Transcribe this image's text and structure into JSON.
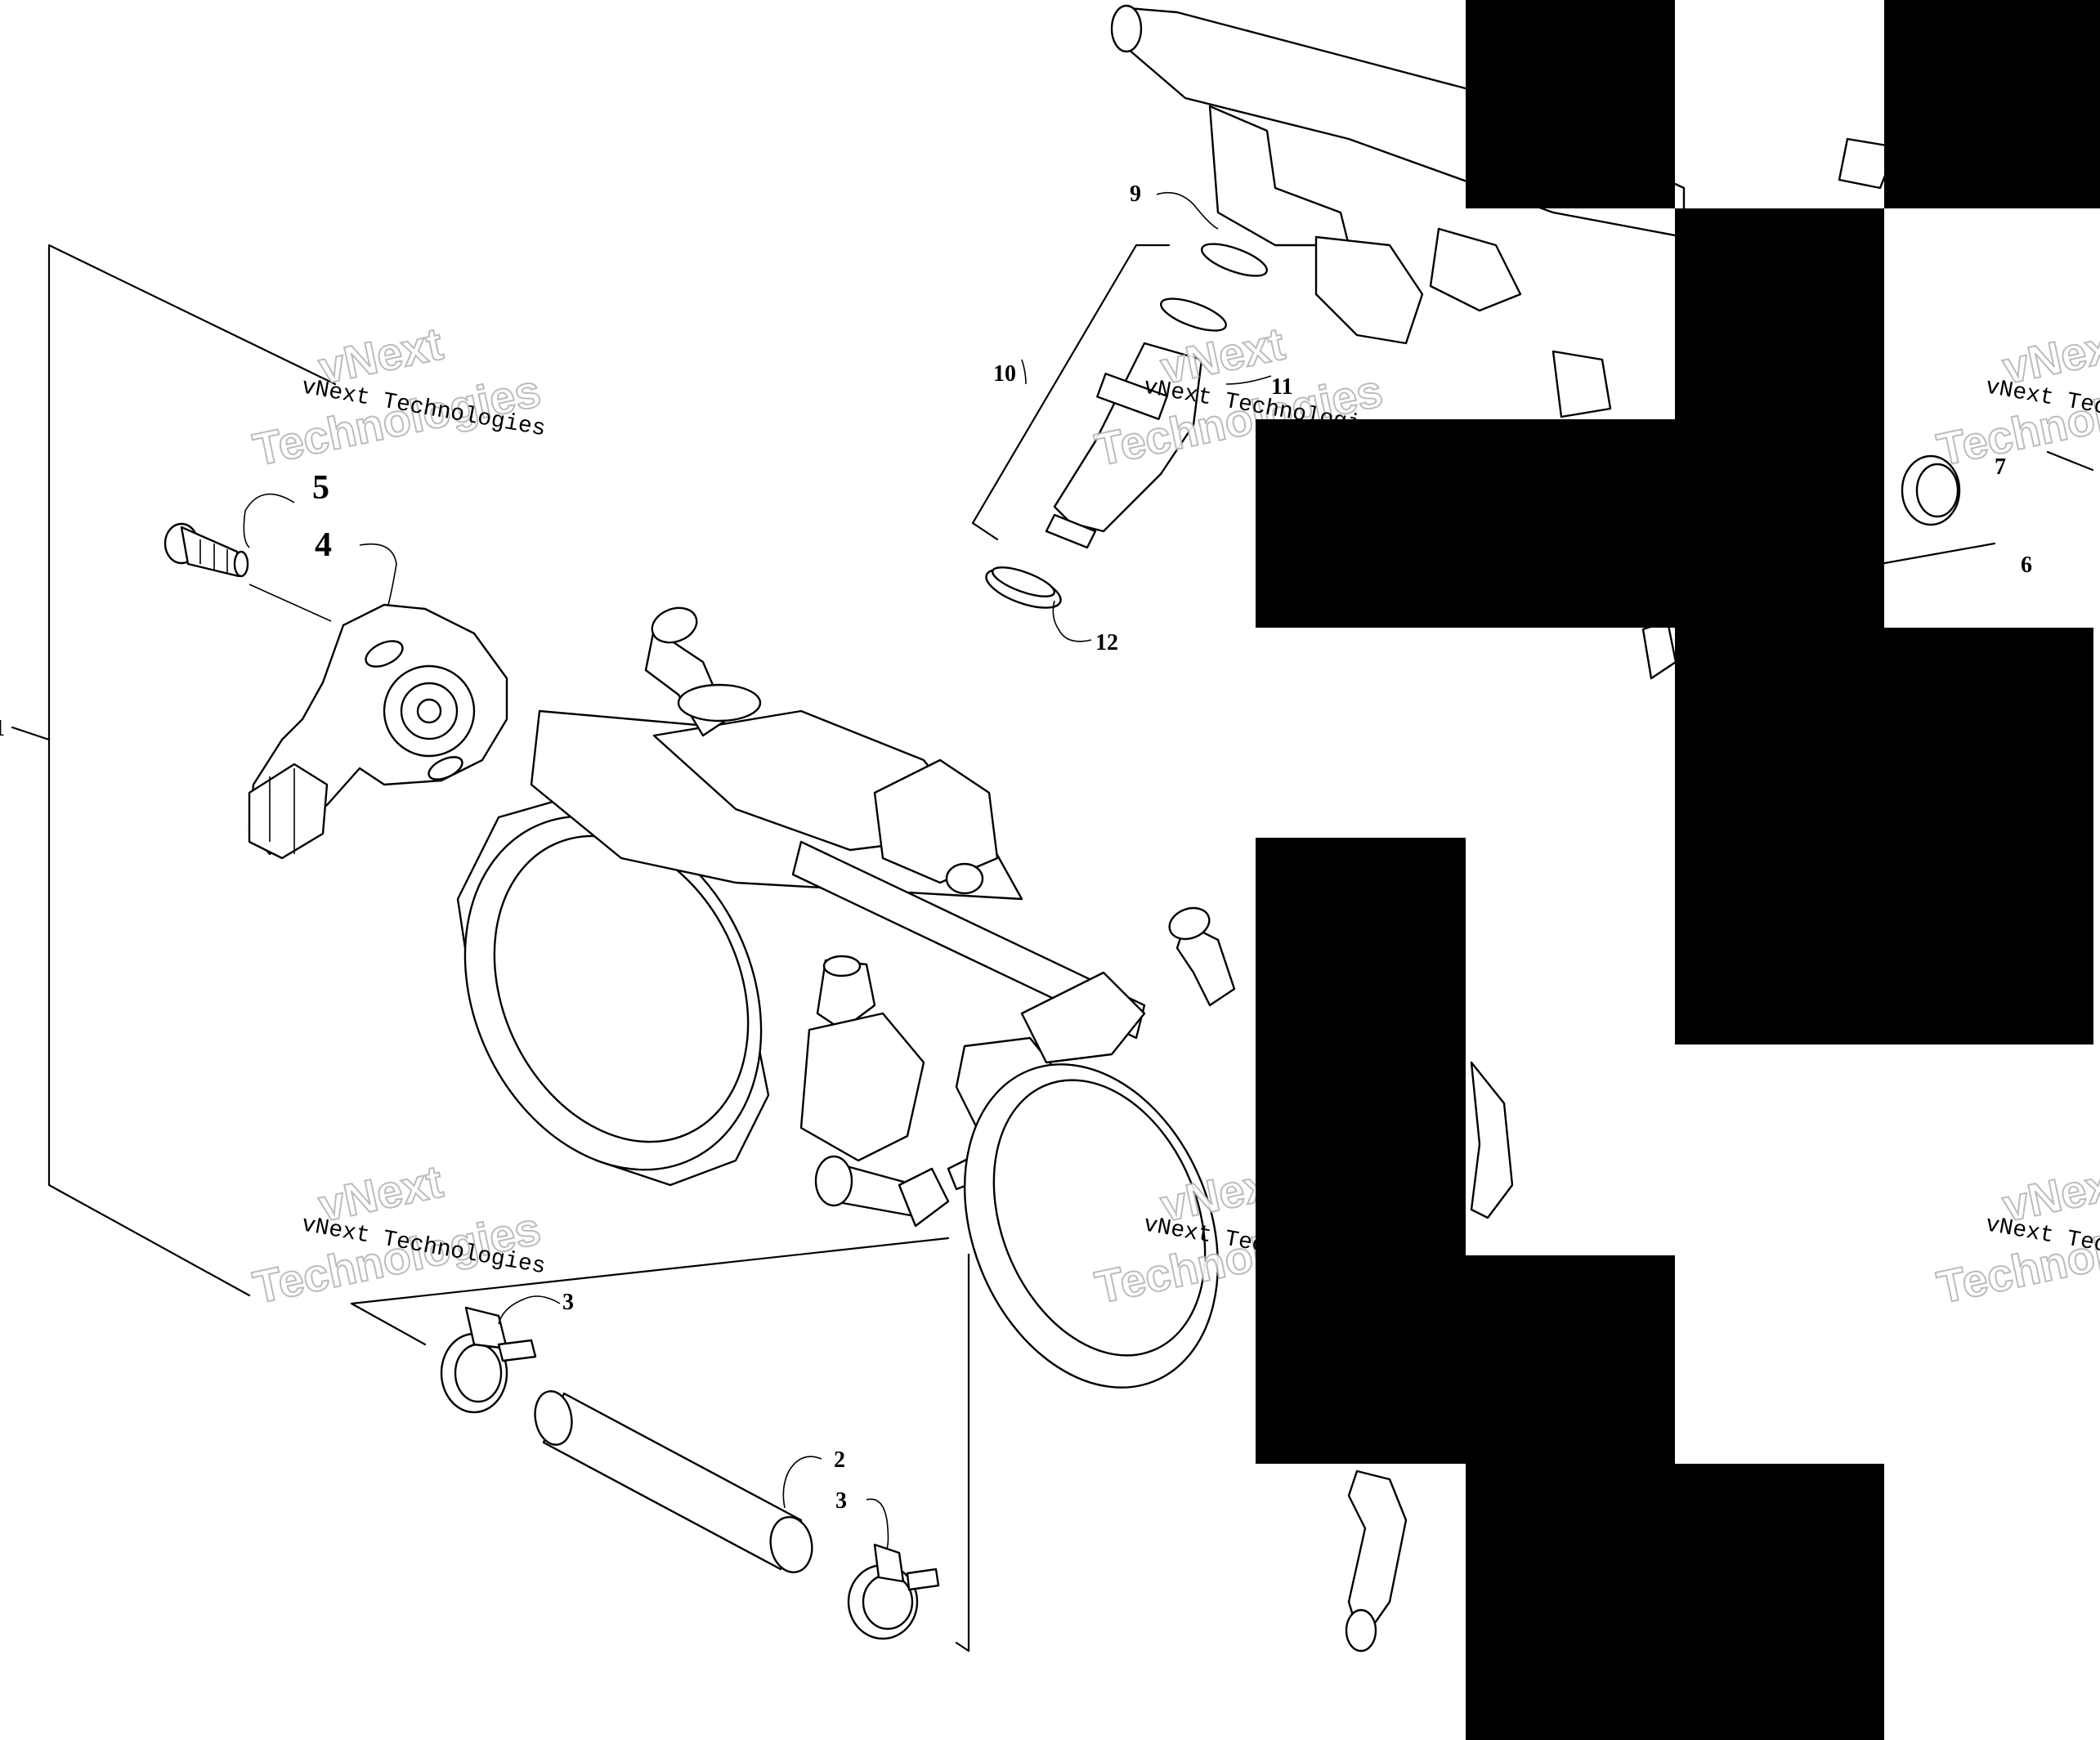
{
  "diagram": {
    "callouts": [
      {
        "id": "c1",
        "text": "1"
      },
      {
        "id": "c2",
        "text": "2"
      },
      {
        "id": "c3a",
        "text": "3"
      },
      {
        "id": "c3b",
        "text": "3"
      },
      {
        "id": "c4",
        "text": "4"
      },
      {
        "id": "c5",
        "text": "5"
      },
      {
        "id": "c6",
        "text": "6"
      },
      {
        "id": "c7",
        "text": "7"
      },
      {
        "id": "c9",
        "text": "9"
      },
      {
        "id": "c10",
        "text": "10"
      },
      {
        "id": "c11",
        "text": "11"
      },
      {
        "id": "c12",
        "text": "12"
      }
    ],
    "watermark": {
      "line1": "vNext Technologies",
      "big1": "vNext",
      "big2": "Technologies"
    }
  }
}
